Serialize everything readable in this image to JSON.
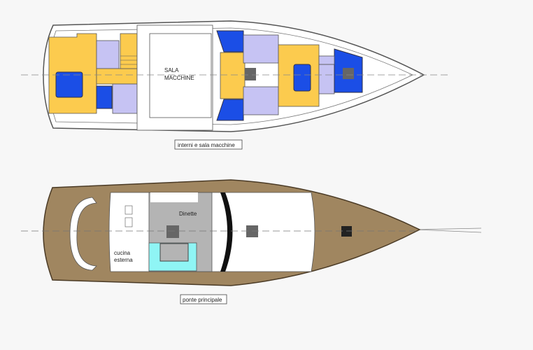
{
  "interior_plan": {
    "engine_room_label_line1": "SALA",
    "engine_room_label_line2": "MACCHINE",
    "caption": "interni e sala macchine"
  },
  "deck_plan": {
    "dinette_label": "Dinette",
    "kitchen_label_line1": "cucina",
    "kitchen_label_line2": "esterna",
    "caption": "ponte principale"
  },
  "colors": {
    "cabin_yellow": "#fccb4e",
    "bath_lilac": "#c6c3f3",
    "berth_blue": "#1b4ee6",
    "deck_teak": "#a08660",
    "dinette_grey": "#b4b4b4",
    "seat_cyan": "#8ff5f5",
    "hatch_grey": "#666666"
  }
}
